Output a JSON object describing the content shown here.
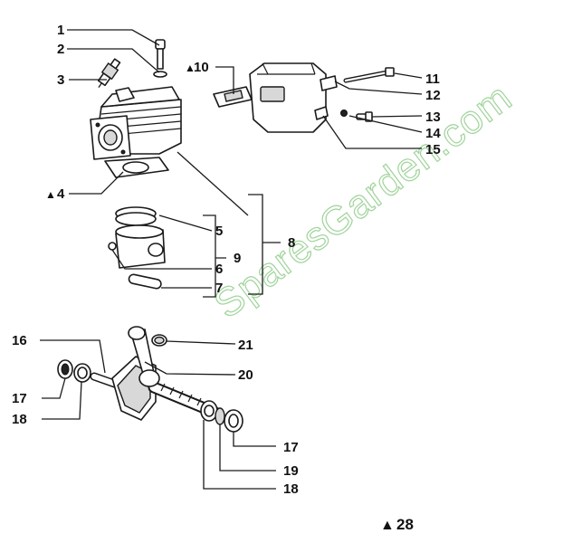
{
  "watermark": "SparesGarden.com",
  "labels": {
    "l1": "1",
    "l2": "2",
    "l3": "3",
    "l4": "4",
    "l5": "5",
    "l6": "6",
    "l7": "7",
    "l8": "8",
    "l9": "9",
    "l10": "10",
    "l11": "11",
    "l12": "12",
    "l13": "13",
    "l14": "14",
    "l15": "15",
    "l16": "16",
    "l17a": "17",
    "l17b": "17",
    "l18a": "18",
    "l18b": "18",
    "l19": "19",
    "l20": "20",
    "l21": "21",
    "l28": "28"
  },
  "marker_glyph": "▲"
}
